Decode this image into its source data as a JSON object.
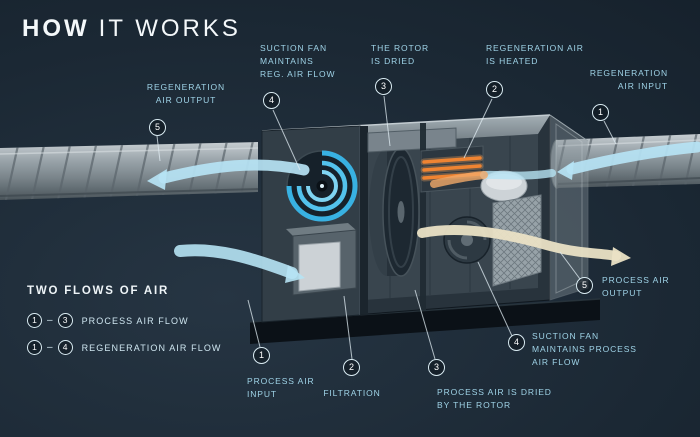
{
  "title": {
    "word1": "HOW",
    "word2": "IT WORKS"
  },
  "callouts": {
    "regen_output": {
      "number": "5",
      "label": "REGENERATION\nAIR OUTPUT"
    },
    "suction_fan_reg": {
      "number": "4",
      "label": "SUCTION FAN\nMAINTAINS\nREG. AIR FLOW"
    },
    "rotor_dried": {
      "number": "3",
      "label": "THE ROTOR\nIS DRIED"
    },
    "regen_heated": {
      "number": "2",
      "label": "REGENERATION AIR\nIS HEATED"
    },
    "regen_input": {
      "number": "1",
      "label": "REGENERATION\nAIR INPUT"
    },
    "process_input": {
      "number": "1",
      "label": "PROCESS AIR\nINPUT"
    },
    "filtration": {
      "number": "2",
      "label": "FILTRATION"
    },
    "process_dried": {
      "number": "3",
      "label": "PROCESS AIR IS DRIED\nBY THE ROTOR"
    },
    "suction_fan_process": {
      "number": "4",
      "label": "SUCTION FAN\nMAINTAINS PROCESS\nAIR FLOW"
    },
    "process_output": {
      "number": "5",
      "label": "PROCESS AIR\nOUTPUT"
    }
  },
  "legend": {
    "title": "TWO FLOWS OF AIR",
    "dash": "–",
    "items": [
      {
        "from": "1",
        "to": "3",
        "label": "PROCESS AIR FLOW"
      },
      {
        "from": "1",
        "to": "4",
        "label": "REGENERATION AIR FLOW"
      }
    ]
  },
  "colors": {
    "background": "#1b2834",
    "callout_text": "#9fd3e7",
    "badge_border": "#d9ebf2",
    "flow_blue": "#b6e3f4",
    "flow_cream": "#eae2c5",
    "heater_orange": "#ef8432"
  }
}
